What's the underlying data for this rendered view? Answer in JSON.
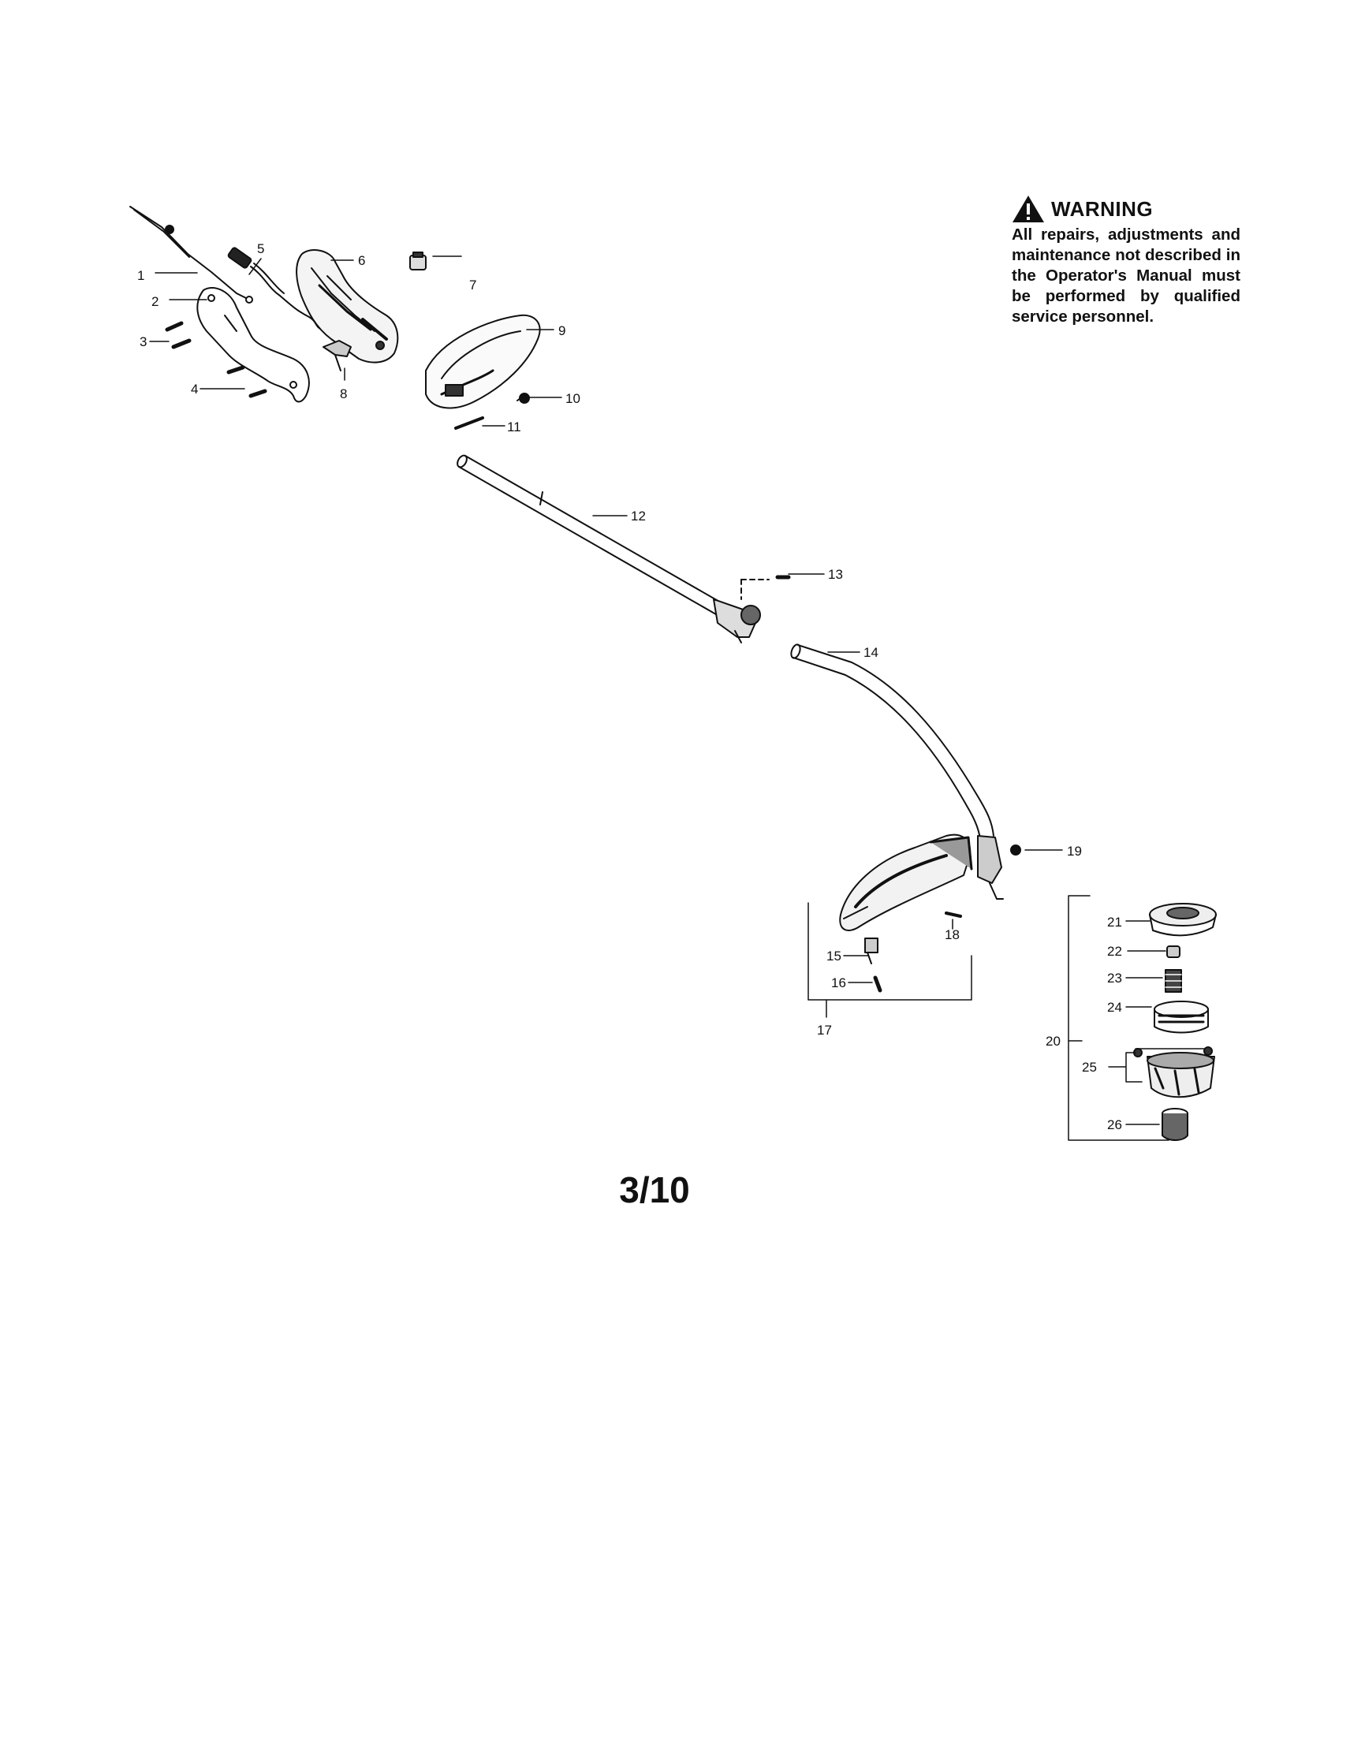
{
  "warning": {
    "heading": "WARNING",
    "body": "All repairs, adjustments and maintenance not described in the Operator's Manual must be performed by qualified service personnel."
  },
  "page_number": "3/10",
  "part_labels": [
    "1",
    "2",
    "3",
    "4",
    "5",
    "6",
    "7",
    "8",
    "9",
    "10",
    "11",
    "12",
    "13",
    "14",
    "15",
    "16",
    "17",
    "18",
    "19",
    "20",
    "21",
    "22",
    "23",
    "24",
    "25",
    "26"
  ]
}
